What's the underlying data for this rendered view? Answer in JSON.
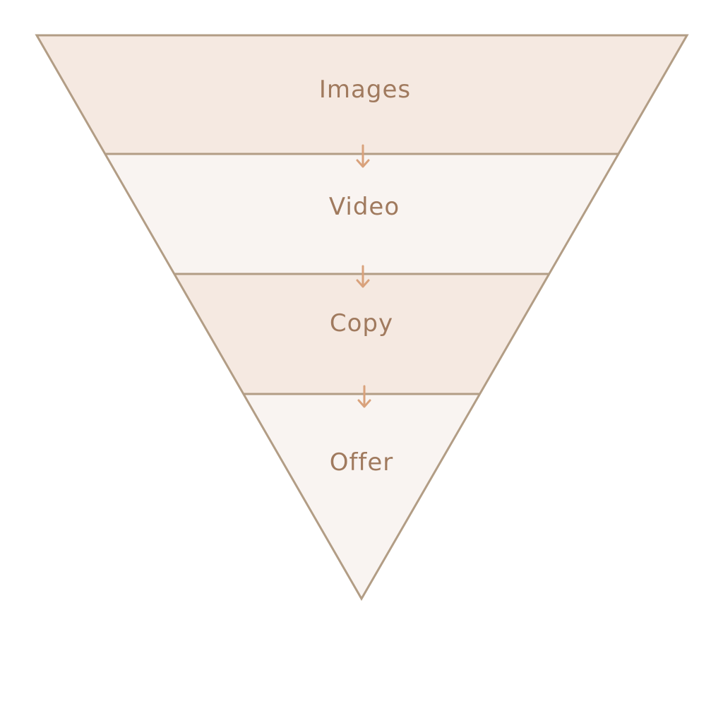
{
  "funnel": {
    "stages": [
      {
        "label": "Images",
        "fill": "#f5e9e1"
      },
      {
        "label": "Video",
        "fill": "#f9f4f1"
      },
      {
        "label": "Copy",
        "fill": "#f5e9e1"
      },
      {
        "label": "Offer",
        "fill": "#f9f4f1"
      }
    ],
    "outline_color": "#b29d85",
    "arrow_color": "#d9a27c"
  }
}
